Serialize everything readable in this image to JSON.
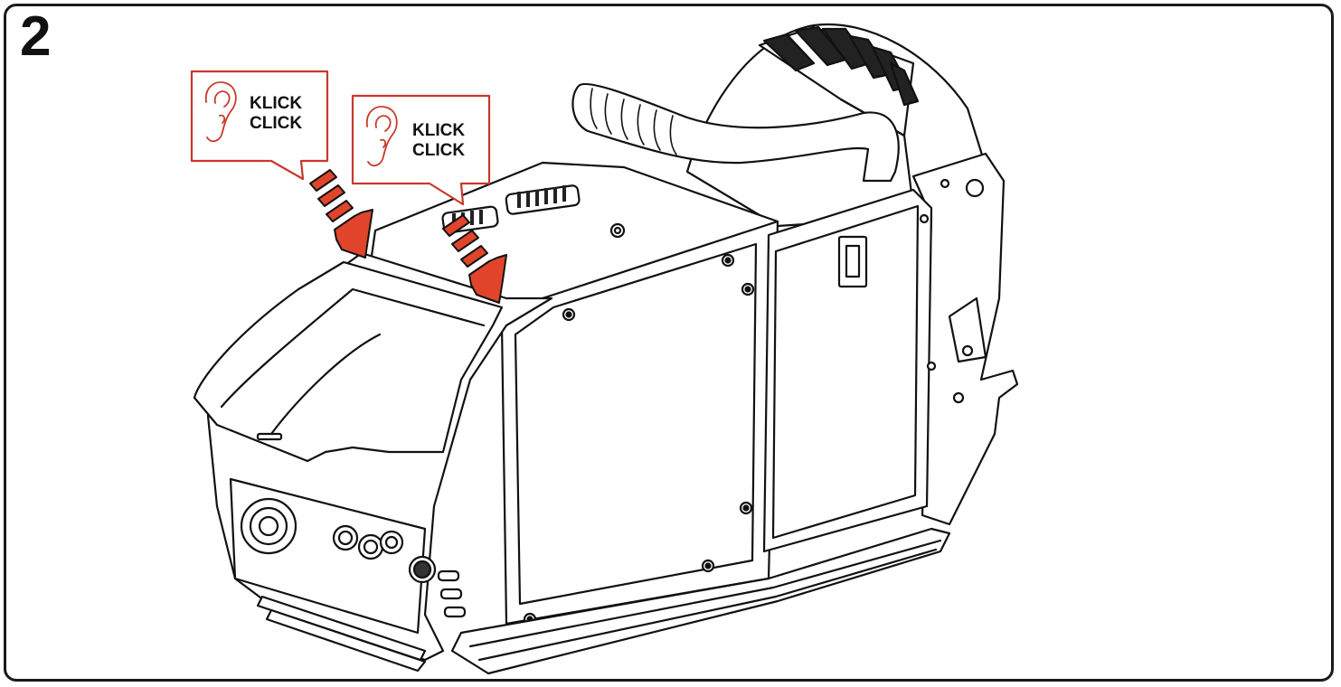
{
  "step": {
    "number": "2"
  },
  "callouts": [
    {
      "line1": "KLICK",
      "line2": "CLICK",
      "icon": "ear-icon"
    },
    {
      "line1": "KLICK",
      "line2": "CLICK",
      "icon": "ear-icon"
    }
  ],
  "colors": {
    "accent": "#e0452b",
    "callout_border": "#c8382a",
    "outline": "#111111"
  }
}
